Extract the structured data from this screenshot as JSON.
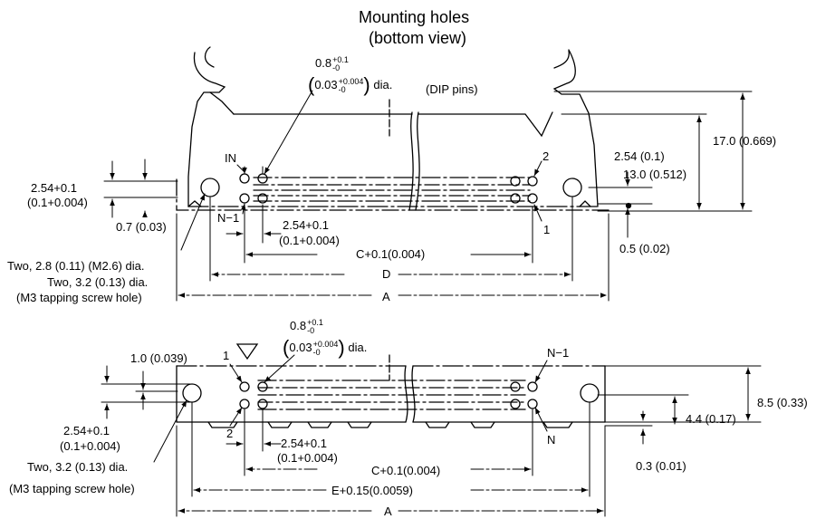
{
  "title": {
    "line1": "Mounting holes",
    "line2": "(bottom view)"
  },
  "top_view": {
    "hole_mm": "0.8",
    "hole_mm_tol_upper": "+0.1",
    "hole_mm_tol_lower": "-0",
    "hole_in": "0.03",
    "hole_in_tol_upper": "+0.004",
    "hole_in_tol_lower": "-0",
    "hole_suffix": "dia.",
    "dip_pins": "(DIP pins)",
    "pin_in": "IN",
    "pin_2": "2",
    "pin_n1": "N−1",
    "pin_1": "1",
    "pitch_left_mm": "2.54+0.1",
    "pitch_left_in": "(0.1+0.004)",
    "dim_0_7": "0.7 (0.03)",
    "pitch_mm": "2.54+0.1",
    "pitch_in": "(0.1+0.004)",
    "dim_2_54": "2.54 (0.1)",
    "dim_17": "17.0 (0.669)",
    "dim_13": "13.0 (0.512)",
    "dim_0_5": "0.5 (0.02)",
    "dim_c": "C+0.1(0.004)",
    "dim_d": "D",
    "dim_a": "A",
    "note_two_28": "Two, 2.8 (0.11) (M2.6) dia.",
    "note_two_32": "Two,  3.2 (0.13) dia.",
    "note_m3": "(M3 tapping screw hole)"
  },
  "bottom_view": {
    "hole_mm": "0.8",
    "hole_mm_tol_upper": "+0.1",
    "hole_mm_tol_lower": "-0",
    "hole_in": "0.03",
    "hole_in_tol_upper": "+0.004",
    "hole_in_tol_lower": "-0",
    "hole_suffix": "dia.",
    "dim_1_0": "1.0 (0.039)",
    "pin_1": "1",
    "pin_2": "2",
    "pin_n1": "N−1",
    "pin_n": "N",
    "dim_8_5": "8.5 (0.33)",
    "dim_4_4": "4.4 (0.17)",
    "dim_0_3": "0.3 (0.01)",
    "pitch_left_mm": "2.54+0.1",
    "pitch_left_in": "(0.1+0.004)",
    "pitch_mm": "2.54+0.1",
    "pitch_in": "(0.1+0.004)",
    "note_two_32": "Two,  3.2 (0.13) dia.",
    "note_m3": "(M3 tapping screw hole)",
    "dim_c": "C+0.1(0.004)",
    "dim_e": "E+0.15(0.0059)",
    "dim_a": "A"
  },
  "colors": {
    "ink": "#000000",
    "background": "#ffffff"
  }
}
